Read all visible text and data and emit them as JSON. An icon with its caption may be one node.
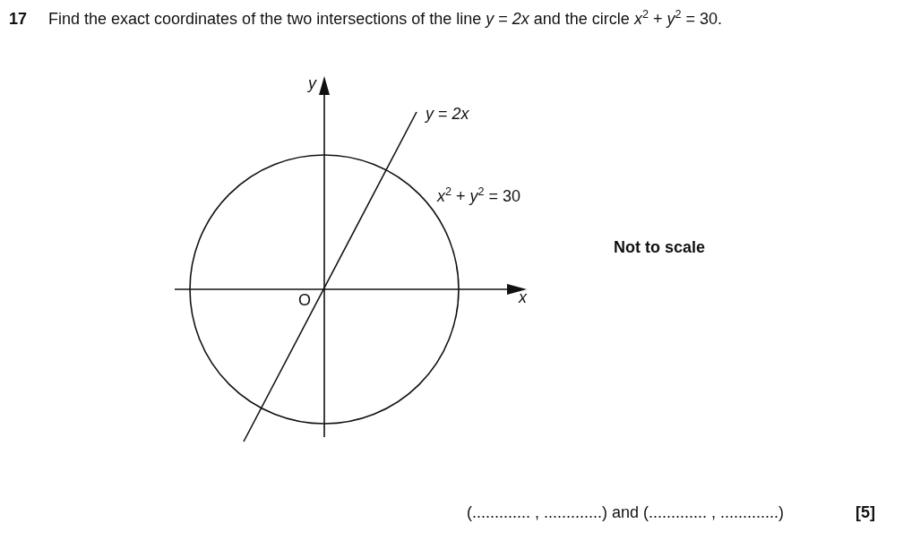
{
  "diagram": {
    "title": "Find the exact coordinates of the two intersections of the line *y* = *2x* and the circle *x*$^{2}$ + *y*$^{2}$ = 30.",
    "labels": [
      "17",
      "y",
      "*y* = *2x*",
      "*x*$^{2}$ + *y*$^{2}$ = 30",
      "Not to scale",
      "O",
      "x",
      "(............. , .............) and (............. , .............)",
      "[5]"
    ]
  }
}
